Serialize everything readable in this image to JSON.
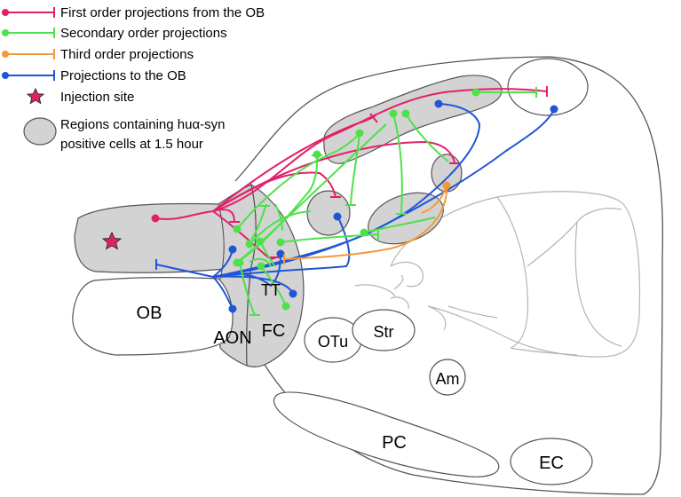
{
  "legend": {
    "first_order": "First order projections from the OB",
    "secondary": "Secondary order projections",
    "third_order": "Third order projections",
    "to_ob": "Projections to the OB",
    "injection": "Injection site",
    "regions_line1": "Regions containing huα-syn",
    "regions_line2": "positive cells at 1.5 hour"
  },
  "regions": {
    "ob": "OB",
    "aon": "AON",
    "fc": "FC",
    "tt": "TT",
    "otu": "OTu",
    "str": "Str",
    "am": "Am",
    "pc": "PC",
    "ec": "EC"
  },
  "colors": {
    "first_order": "#e2206a",
    "secondary": "#4de24a",
    "third_order": "#f29a3a",
    "to_ob": "#1f55d6",
    "region_fill": "#d3d3d3",
    "outline": "#555555",
    "faint": "#b4b4b4"
  }
}
